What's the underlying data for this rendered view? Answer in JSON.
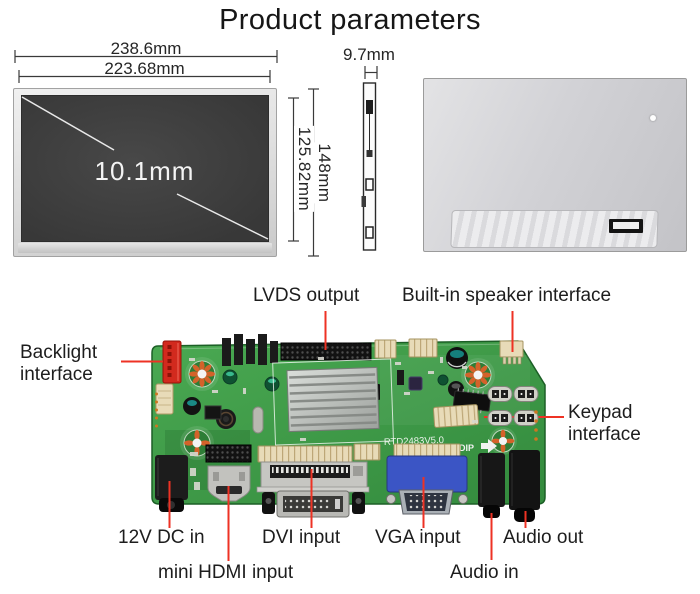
{
  "title": "Product parameters",
  "panel": {
    "outer_width": "238.6mm",
    "active_width": "223.68mm",
    "diagonal": "10.1mm",
    "active_height": "125.82mm",
    "outer_height": "148mm",
    "thickness": "9.7mm"
  },
  "board": {
    "model_silkscreen": "RTD2483V5.0",
    "dip_silkscreen": "DIP",
    "callouts": {
      "lvds": "LVDS output",
      "speaker": "Built-in speaker interface",
      "backlight": "Backlight interface",
      "keypad": "Keypad interface",
      "dc_in": "12V DC in",
      "dvi": "DVI input",
      "vga": "VGA input",
      "audio_out": "Audio out",
      "hdmi": "mini HDMI input",
      "audio_in": "Audio in"
    }
  },
  "colors": {
    "callout_line": "#ee3224",
    "pcb_green": "#3f9e49",
    "vga_blue": "#3b55c5",
    "backlight_connector": "#d12b20",
    "screen": "#3d3d3d"
  }
}
